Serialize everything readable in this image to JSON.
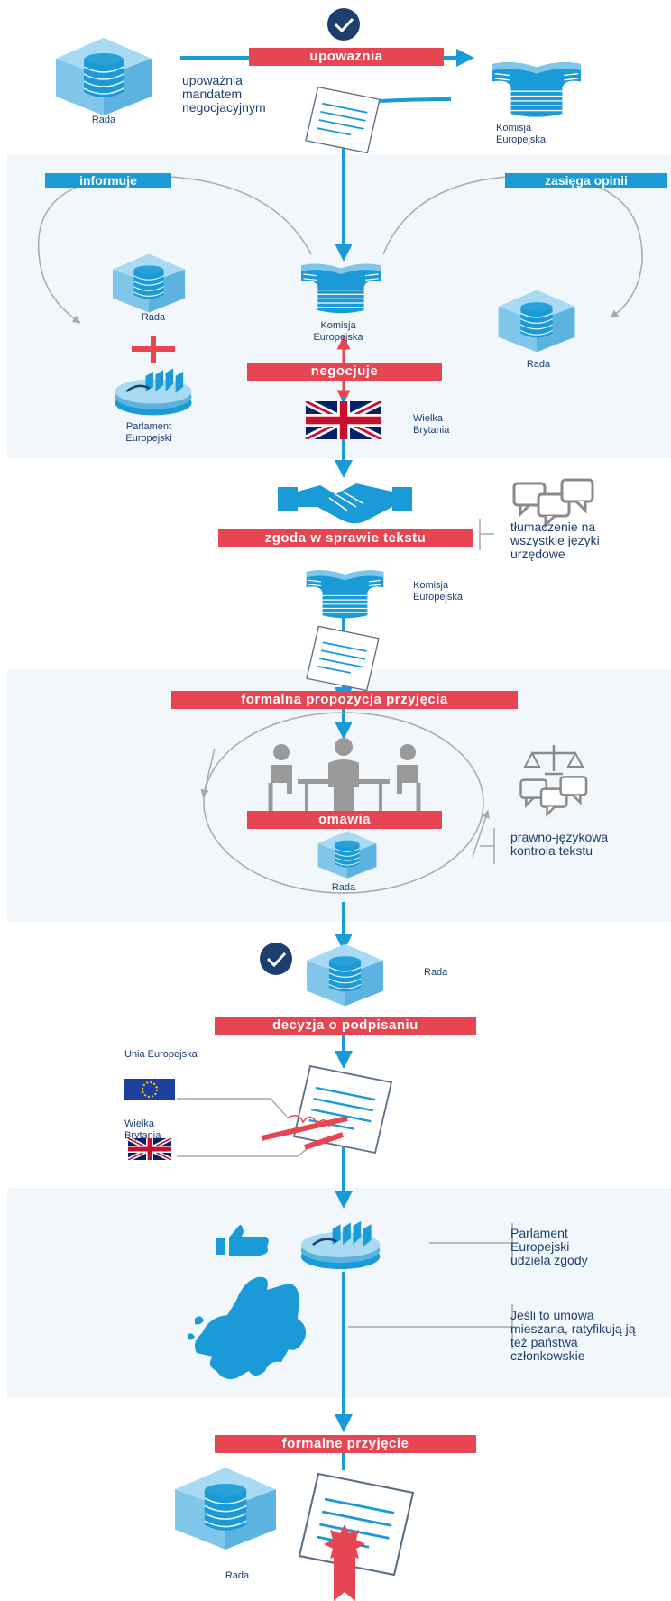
{
  "labels": {
    "upowaznia": "upoważnia",
    "mandate": "upoważnia mandatem negocjacyjnym",
    "rada": "Rada",
    "komisja": "Komisja Europejska",
    "informuje": "informuje",
    "zasiega_opinii": "zasięga opinii",
    "parlament": "Parlament Europejski",
    "negocjuje": "negocjuje",
    "wielka_brytania": "Wielka Brytania",
    "zgoda": "zgoda w sprawie tekstu",
    "tlumaczenie": "tłumaczenie na wszystkie języki urzędowe",
    "formalna_propozycja": "formalna propozycja przyjęcia",
    "omawia": "omawia",
    "kontrola": "prawno-językowa kontrola tekstu",
    "decyzja": "decyzja o podpisaniu",
    "unia": "Unia Europejska",
    "wielka_brytania_2": "Wielka Brytania",
    "parlament_zgoda": "Parlament Europejski udziela zgody",
    "umowa_mieszana": "Jeśli to umowa mieszana, ratyfikują ją też państwa członkowskie",
    "formalne_przyjecie": "formalne przyjęcie"
  },
  "colors": {
    "red": "#e84552",
    "blue": "#1a9ad6",
    "navy": "#1d3f6e",
    "band": "#f1f7fb",
    "grey": "#a9a9a9"
  },
  "icons": [
    "check-icon",
    "council-building-icon",
    "commission-building-icon",
    "document-icon",
    "parliament-icon",
    "uk-flag-icon",
    "eu-flag-icon",
    "handshake-icon",
    "speech-bubbles-icon",
    "scales-icon",
    "meeting-people-icon",
    "pen-icon",
    "thumbs-up-icon",
    "europe-map-icon",
    "seal-icon"
  ]
}
